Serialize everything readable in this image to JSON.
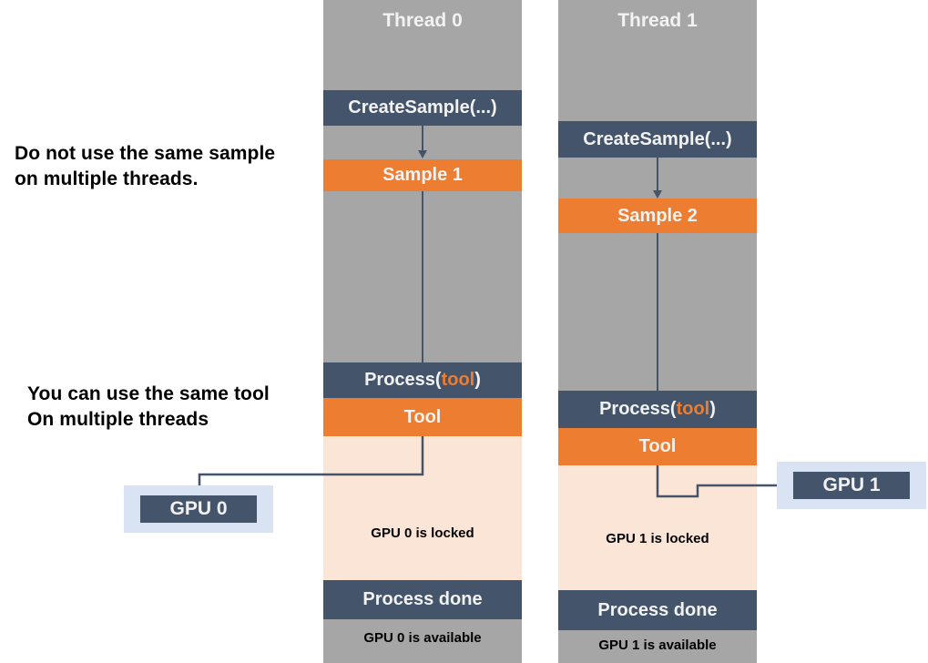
{
  "diagram": {
    "notes": [
      {
        "id": "no-shared-sample",
        "text": "Do not use the same sample\non multiple threads."
      },
      {
        "id": "shared-tool",
        "text": "You can use the same tool\nOn multiple threads"
      }
    ],
    "colors": {
      "thread_background": "#a6a6a6",
      "call_block": "#44546a",
      "resource_block": "#ed7d31",
      "locked_region": "#fbe5d6",
      "callout_halo": "#dae3f3",
      "light_text": "#f2f2f2",
      "dark_text": "#000000",
      "connector": "#44546a"
    },
    "threads": [
      {
        "id": "thread-0",
        "title": "Thread 0",
        "create_call": "CreateSample(...)",
        "sample": "Sample 1",
        "process_call_prefix": "Process(",
        "process_call_arg": "tool",
        "process_call_suffix": ")",
        "tool": "Tool",
        "locked": "GPU 0 is locked",
        "done": "Process done",
        "available": "GPU 0 is available"
      },
      {
        "id": "thread-1",
        "title": "Thread 1",
        "create_call": "CreateSample(...)",
        "sample": "Sample 2",
        "process_call_prefix": "Process(",
        "process_call_arg": "tool",
        "process_call_suffix": ")",
        "tool": "Tool",
        "locked": "GPU 1 is locked",
        "done": "Process done",
        "available": "GPU 1 is available"
      }
    ],
    "callouts": [
      {
        "id": "gpu-0",
        "label": "GPU 0"
      },
      {
        "id": "gpu-1",
        "label": "GPU 1"
      }
    ]
  }
}
